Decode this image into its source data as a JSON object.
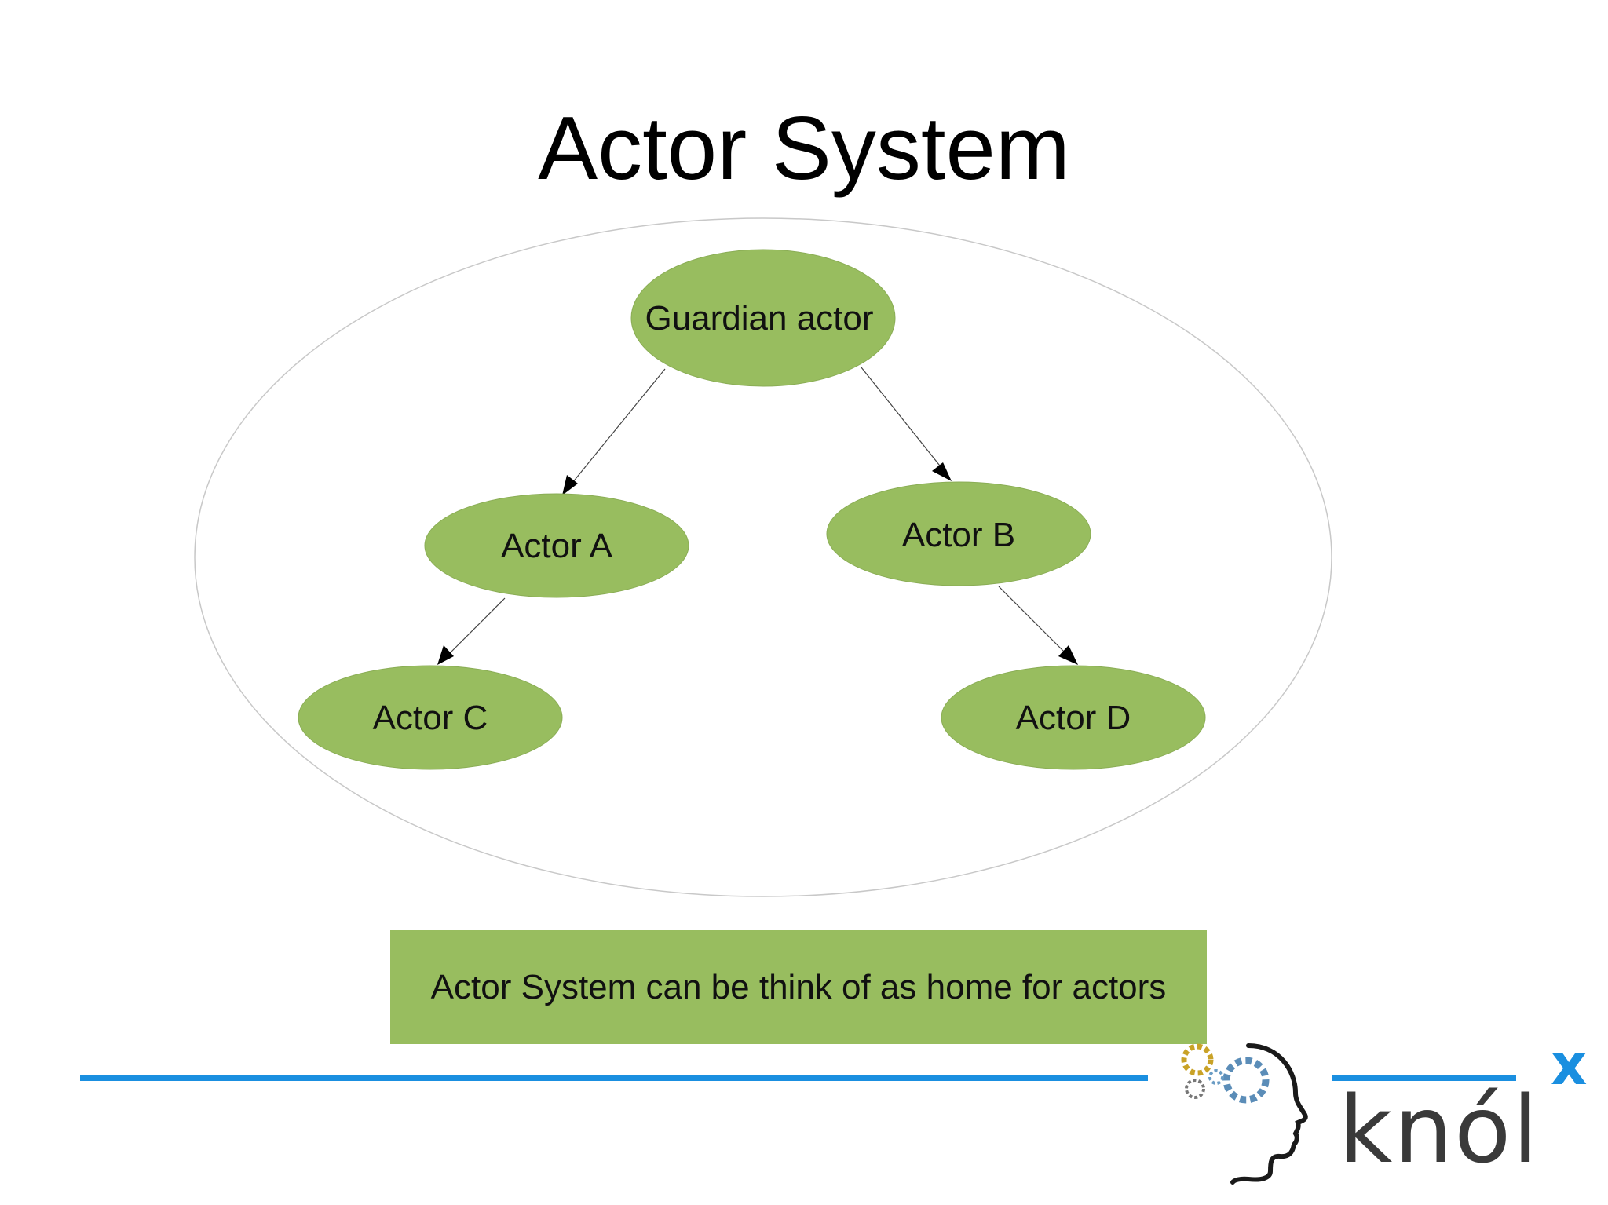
{
  "slide": {
    "title": "Actor System",
    "caption": "Actor System can be think of as home for actors"
  },
  "diagram": {
    "nodes": [
      {
        "id": "guardian",
        "label": "Guardian actor"
      },
      {
        "id": "a",
        "label": "Actor A"
      },
      {
        "id": "b",
        "label": "Actor B"
      },
      {
        "id": "c",
        "label": "Actor C"
      },
      {
        "id": "d",
        "label": "Actor D"
      }
    ],
    "edges": [
      {
        "from": "guardian",
        "to": "a"
      },
      {
        "from": "guardian",
        "to": "b"
      },
      {
        "from": "a",
        "to": "c"
      },
      {
        "from": "b",
        "to": "d"
      }
    ]
  },
  "logo": {
    "text": "knól",
    "superscript": "x"
  },
  "colors": {
    "node_fill": "#98bd5f",
    "caption_fill": "#98bd5f",
    "footer_line": "#1a8fe0",
    "logo_accent": "#1a8fe0",
    "container_stroke": "#c8c8c8"
  }
}
